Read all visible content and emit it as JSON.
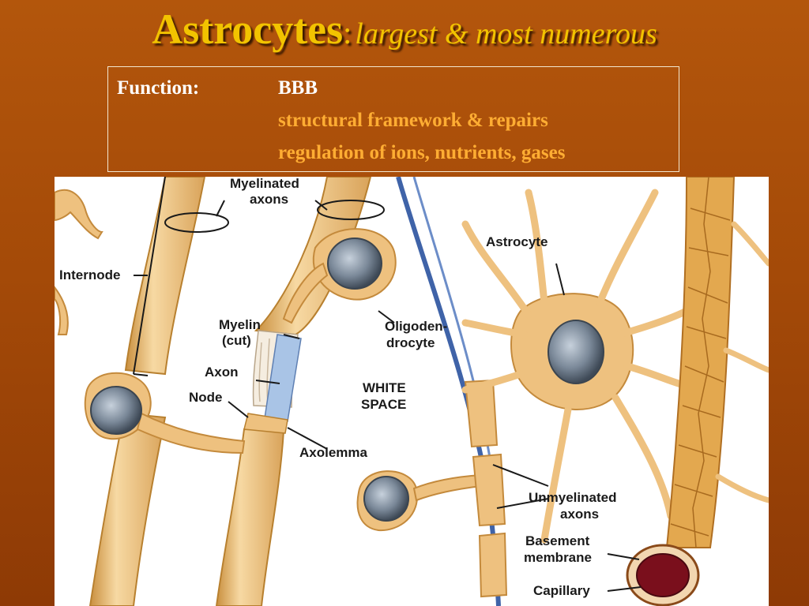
{
  "slide": {
    "title_main": "Astrocytes",
    "title_colon": ":",
    "title_sub": "largest & most numerous"
  },
  "function_box": {
    "label": "Function:",
    "lines": [
      "BBB",
      "structural framework & repairs",
      "regulation of ions, nutrients, gases"
    ]
  },
  "diagram": {
    "labels": {
      "myelinated_1": "Myelinated",
      "myelinated_2": "axons",
      "internode": "Internode",
      "myelin_1": "Myelin",
      "myelin_2": "(cut)",
      "axon": "Axon",
      "node": "Node",
      "axolemma": "Axolemma",
      "oligo_1": "Oligoden-",
      "oligo_2": "drocyte",
      "white_1": "WHITE",
      "white_2": "SPACE",
      "astrocyte": "Astrocyte",
      "unmy_1": "Unmyelinated",
      "unmy_2": "axons",
      "basement_1": "Basement",
      "basement_2": "membrane",
      "capillary": "Capillary"
    },
    "colors": {
      "cell": "#eec17f",
      "cell_outline": "#c48a3c",
      "nucleus": "#6f7c8c",
      "axon_blue": "#3f63a8",
      "vessel": "#e3a84f",
      "lumen": "#7a0f1c"
    }
  }
}
